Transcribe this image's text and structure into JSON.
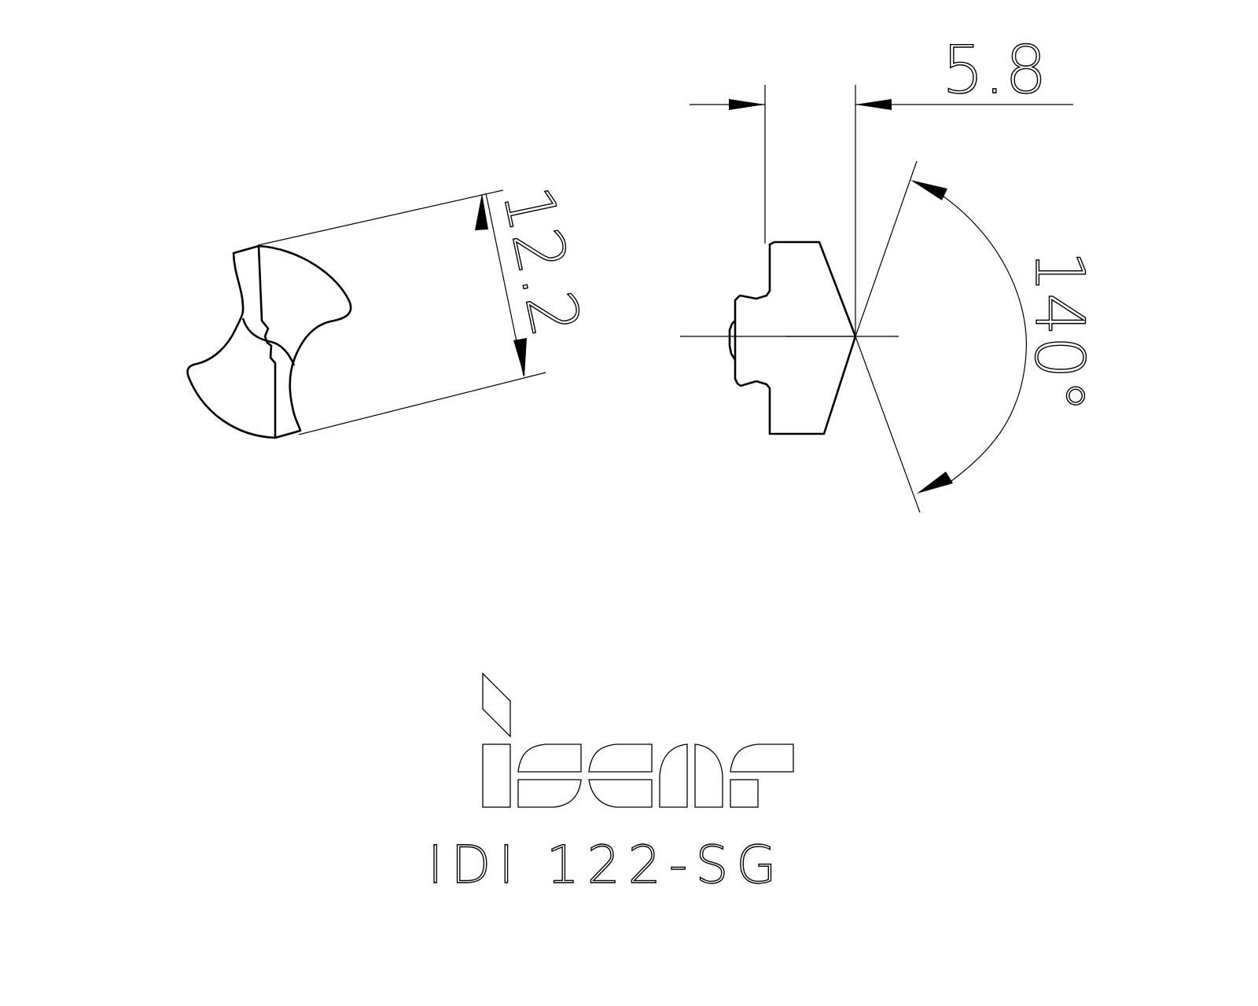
{
  "drawing": {
    "brand": "iscar",
    "part_number": "IDI 122-SG",
    "dimensions": {
      "diameter": "12.2",
      "width": "5.8",
      "point_angle": "140°"
    },
    "views": [
      "end-view",
      "side-view"
    ],
    "colors": {
      "line": "#000000",
      "background": "#ffffff"
    }
  }
}
